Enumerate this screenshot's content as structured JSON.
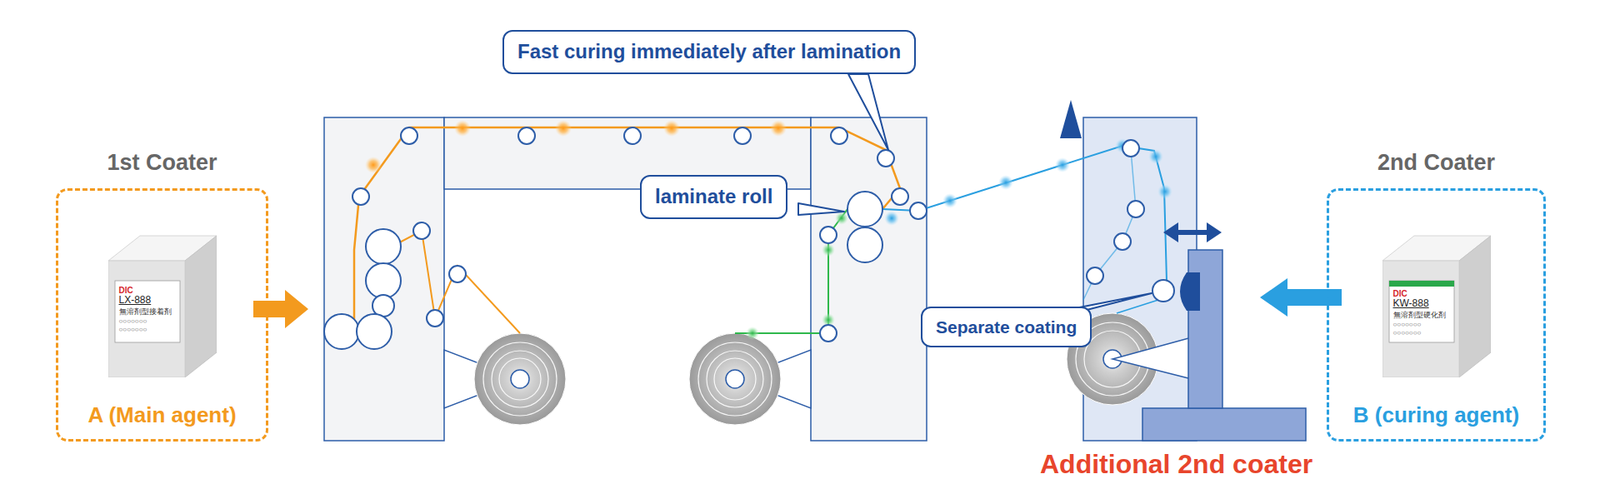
{
  "diagram": {
    "nodes": [
      {
        "text": [
          "1st Coater",
          "A (Main agent)"
        ]
      },
      {
        "text": [
          "DIC",
          "LX-888",
          "無溶剤型接着剤",
          "○○○○○○○",
          "○○○○○○○"
        ],
        "in": 0
      },
      {
        "text": [
          "2nd Coater",
          "B (curing agent)"
        ]
      },
      {
        "text": [
          "DIC",
          "KW-888",
          "無溶剤型硬化剤",
          "○○○○○○○",
          "○○○○○○○"
        ],
        "in": 2
      },
      {
        "text": [
          "Fast curing immediately after lamination"
        ]
      },
      {
        "text": [
          "laminate roll"
        ]
      },
      {
        "text": [
          "Separate coating"
        ]
      }
    ],
    "labels": [
      "Additional 2nd coater"
    ]
  }
}
